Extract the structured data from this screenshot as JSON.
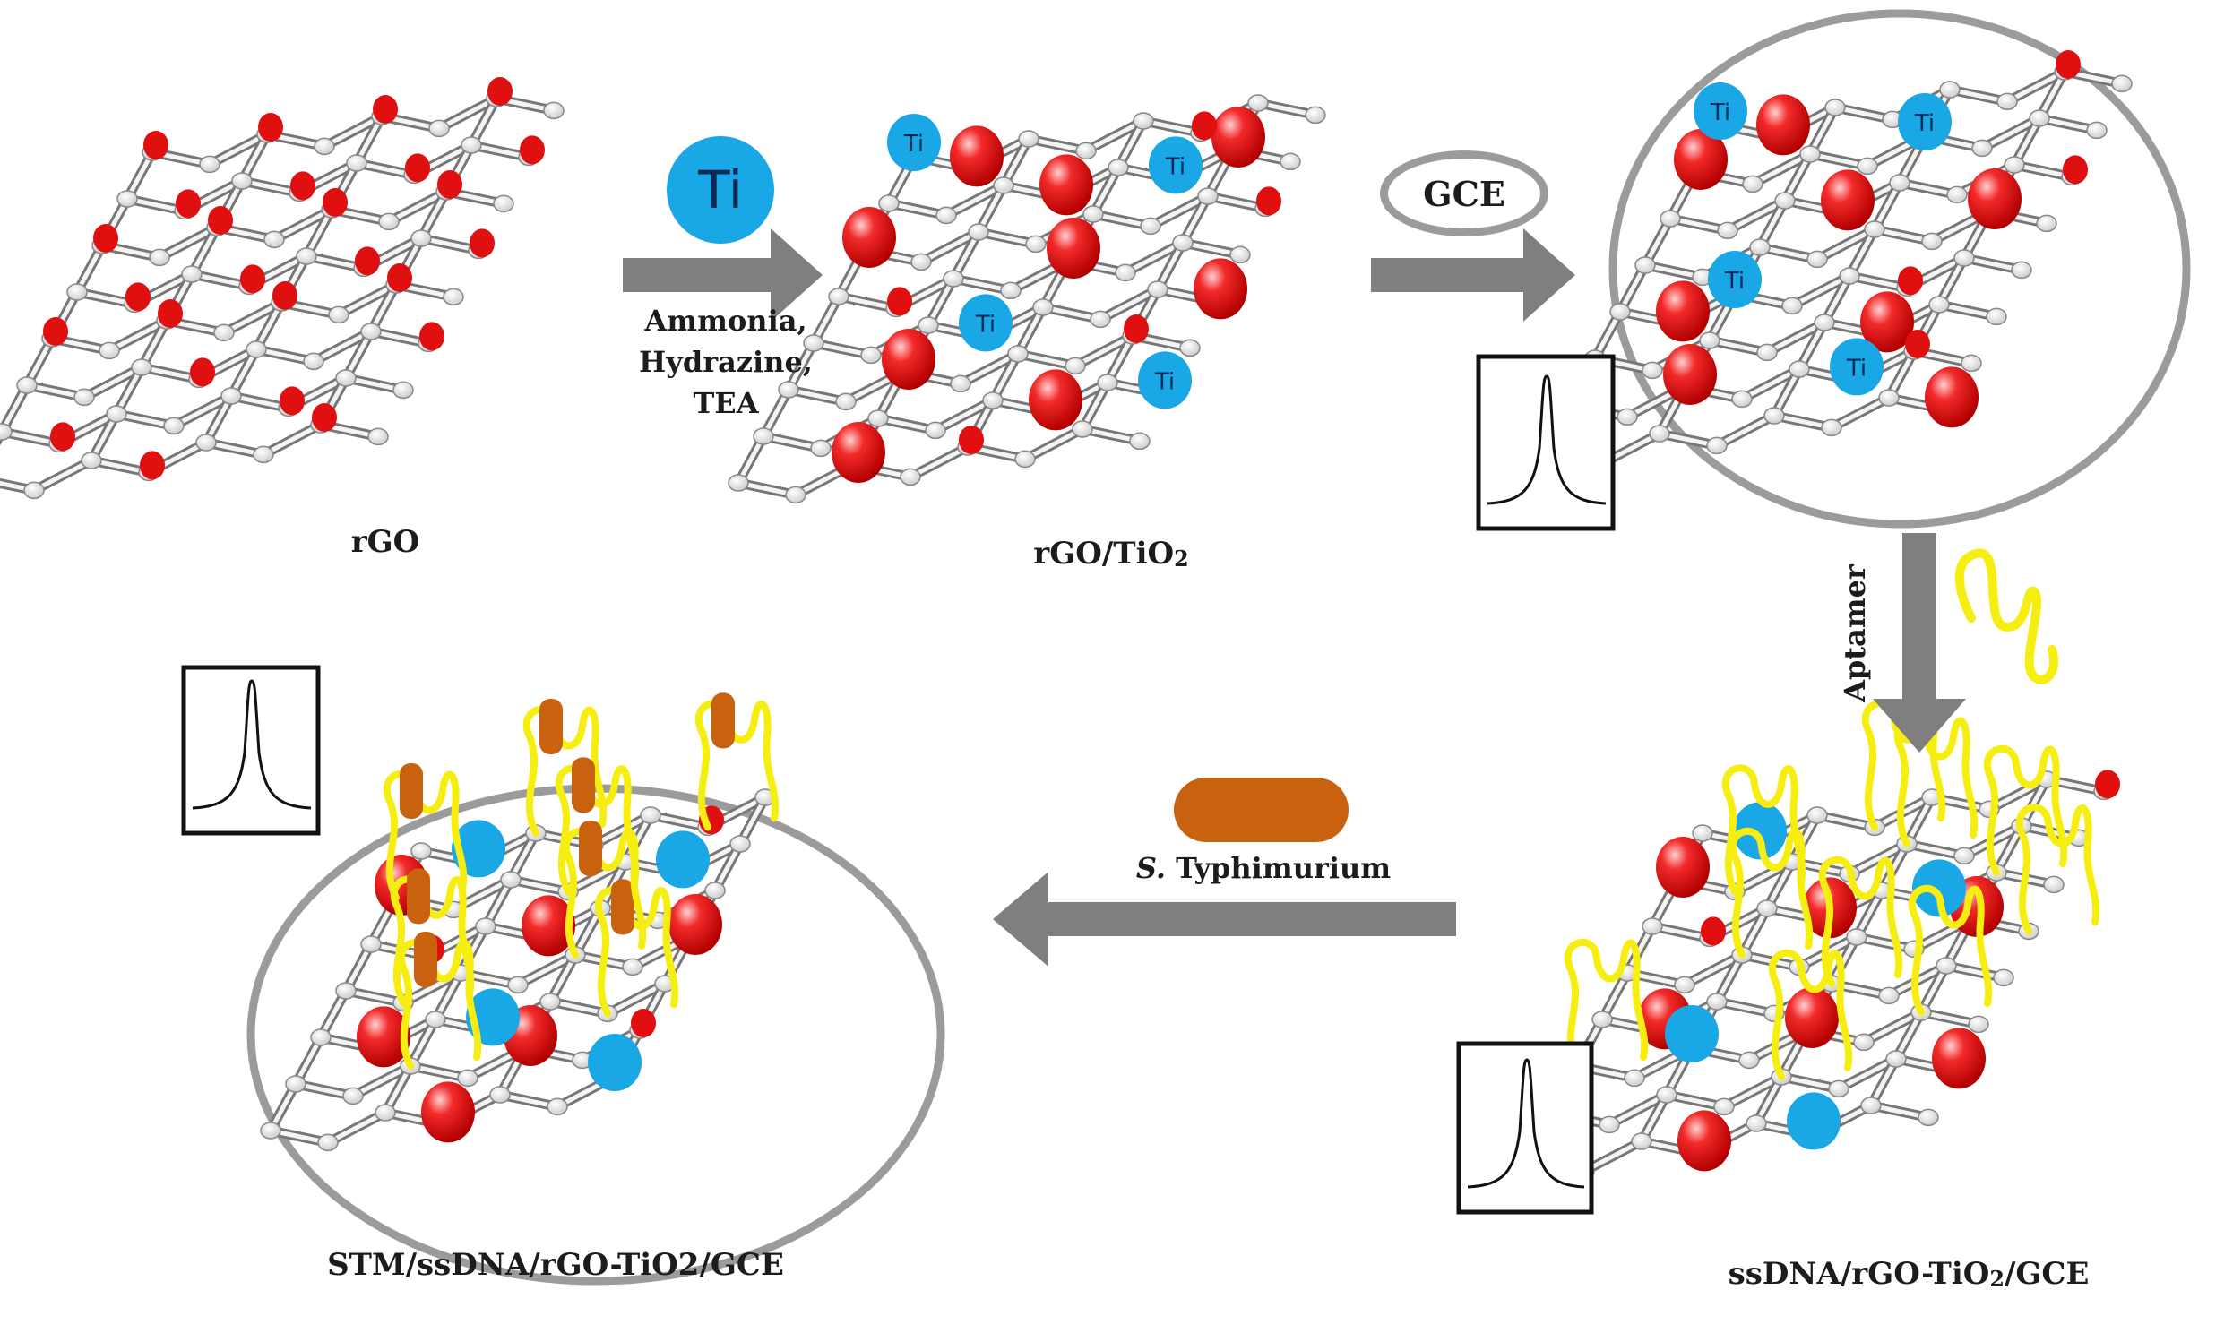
{
  "labels": {
    "rgo": "rGO",
    "rgo_tio2": "rGO/TiO",
    "rgo_tio2_sub": "2",
    "ssdna_prefix": "ssDNA/rGO-TiO",
    "ssdna_sub": "2",
    "ssdna_suffix": "/GCE",
    "stm": "STM/ssDNA/rGO-TiO2/GCE"
  },
  "reagents": {
    "ti": "Ti",
    "line1": "Ammonia,",
    "line2": "Hydrazine,",
    "line3": "TEA",
    "gce": "GCE",
    "aptamer": "Aptamer",
    "bacteria_italic": "S.",
    "bacteria_rest": " Typhimurium"
  },
  "atoms": {
    "ti_label": "Ti"
  },
  "colors": {
    "oxygen": "#e01010",
    "titanium": "#1aa7e6",
    "aptamer": "#f5ee10",
    "bacteria": "#c8620f",
    "arrow": "#7f7f7f",
    "electrode": "#9b9b9b"
  }
}
